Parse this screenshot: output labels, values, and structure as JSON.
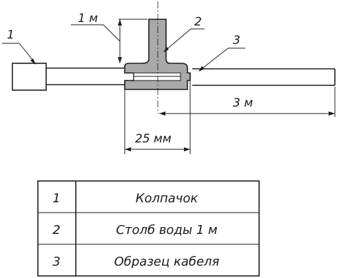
{
  "callouts": {
    "cap": "1",
    "water_column": "2",
    "cable_sample": "3"
  },
  "dimensions": {
    "height": "1 м",
    "length": "3 м",
    "width": "25 мм"
  },
  "legend": {
    "rows": [
      {
        "num": "1",
        "desc": "Колпачок"
      },
      {
        "num": "2",
        "desc": "Столб воды 1 м"
      },
      {
        "num": "3",
        "desc": "Образец кабеля"
      }
    ]
  },
  "colors": {
    "line": "#1a1a1a",
    "fitting_fill": "#a9a9a9",
    "background": "#ffffff"
  }
}
